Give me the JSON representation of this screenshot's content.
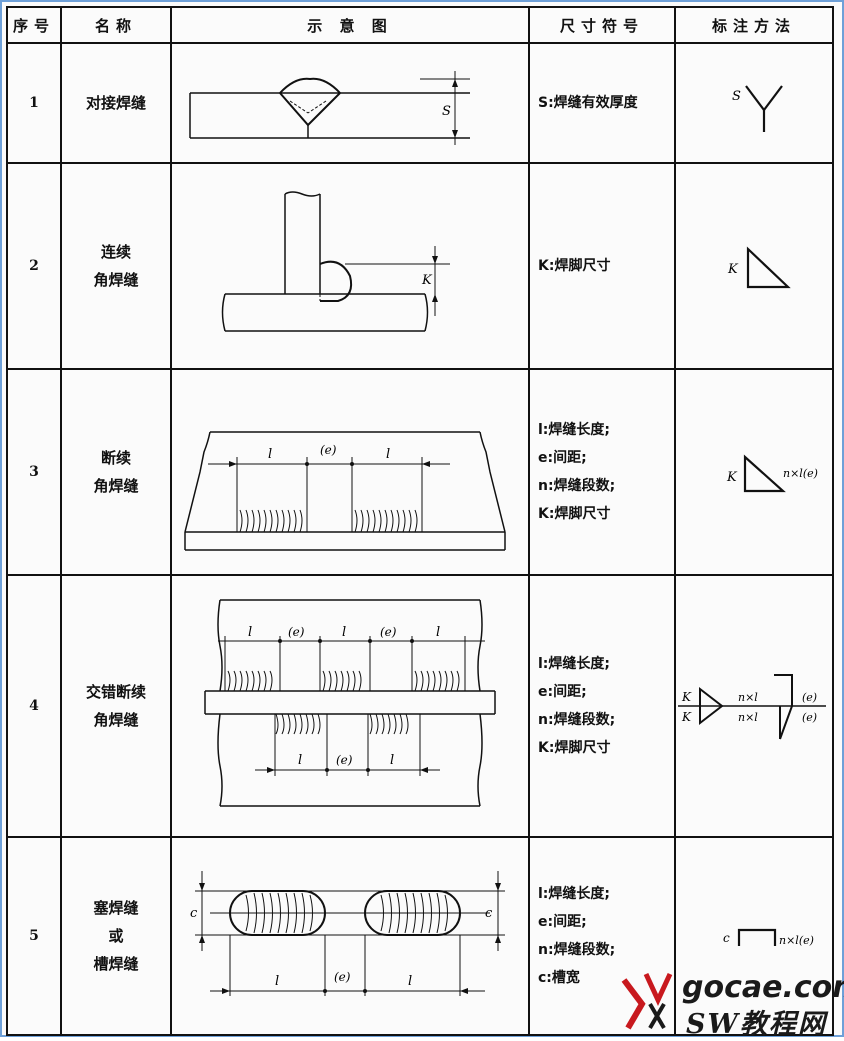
{
  "headers": {
    "index": "序号",
    "name": "名称",
    "diagram": "示 意 图",
    "dimension": "尺寸符号",
    "notation": "标注方法"
  },
  "rows": [
    {
      "index": "1",
      "name": [
        "对接焊缝"
      ],
      "dims": [
        "S:焊缝有效厚度"
      ]
    },
    {
      "index": "2",
      "name": [
        "连续",
        "角焊缝"
      ],
      "dims": [
        "K:焊脚尺寸"
      ]
    },
    {
      "index": "3",
      "name": [
        "断续",
        "角焊缝"
      ],
      "dims": [
        "l:焊缝长度;",
        "e:间距;",
        "n:焊缝段数;",
        "K:焊脚尺寸"
      ]
    },
    {
      "index": "4",
      "name": [
        "交错断续",
        "角焊缝"
      ],
      "dims": [
        "l:焊缝长度;",
        "e:间距;",
        "n:焊缝段数;",
        "K:焊脚尺寸"
      ]
    },
    {
      "index": "5",
      "name": [
        "塞焊缝",
        "或",
        "槽焊缝"
      ],
      "dims": [
        "l:焊缝长度;",
        "e:间距;",
        "n:焊缝段数;",
        "c:槽宽"
      ]
    }
  ],
  "labels": {
    "s": "S",
    "k": "K",
    "c": "c",
    "l": "l",
    "e": "(e)",
    "nxl": "n×l",
    "nxle": "n×l(e)"
  },
  "watermark": {
    "site": "gocae.com",
    "brand": "SW教程网"
  },
  "colors": {
    "frame": "#6ea0d8",
    "ink": "#111111"
  }
}
